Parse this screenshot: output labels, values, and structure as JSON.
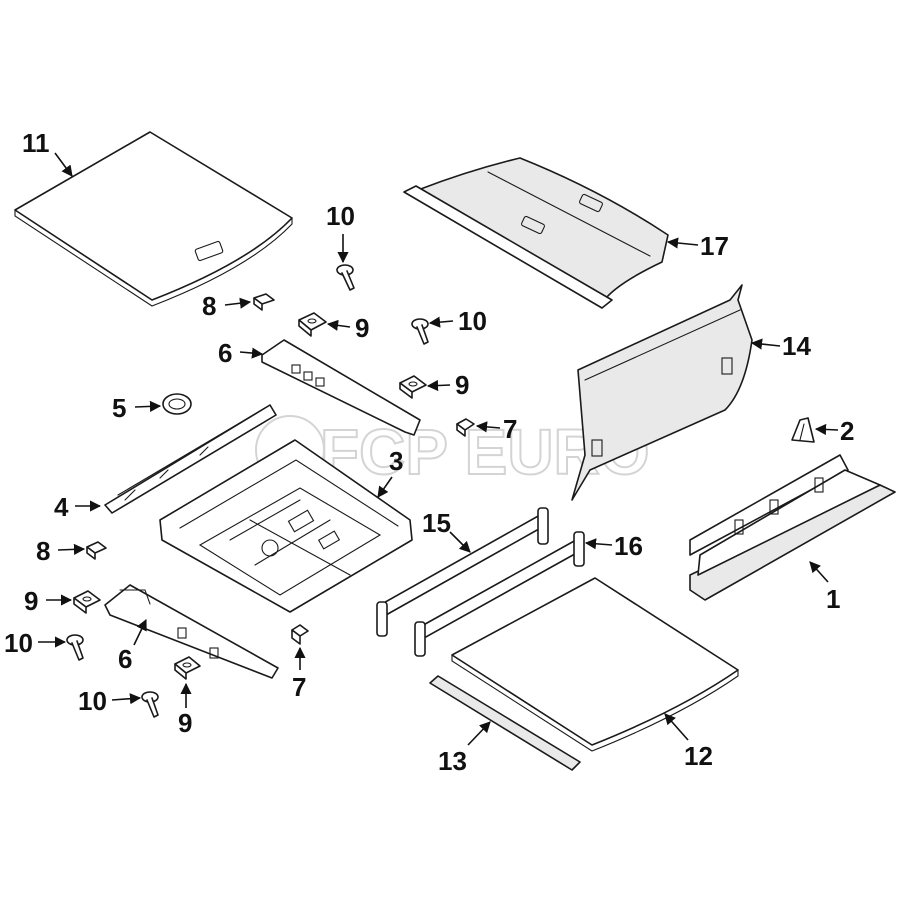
{
  "diagram": {
    "watermark": "FCP EURO",
    "callouts": [
      {
        "id": "c1",
        "label": "1"
      },
      {
        "id": "c2",
        "label": "2"
      },
      {
        "id": "c3",
        "label": "3"
      },
      {
        "id": "c4",
        "label": "4"
      },
      {
        "id": "c5",
        "label": "5"
      },
      {
        "id": "c6a",
        "label": "6"
      },
      {
        "id": "c6b",
        "label": "6"
      },
      {
        "id": "c7a",
        "label": "7"
      },
      {
        "id": "c7b",
        "label": "7"
      },
      {
        "id": "c8a",
        "label": "8"
      },
      {
        "id": "c8b",
        "label": "8"
      },
      {
        "id": "c9a",
        "label": "9"
      },
      {
        "id": "c9b",
        "label": "9"
      },
      {
        "id": "c9c",
        "label": "9"
      },
      {
        "id": "c9d",
        "label": "9"
      },
      {
        "id": "c10a",
        "label": "10"
      },
      {
        "id": "c10b",
        "label": "10"
      },
      {
        "id": "c10c",
        "label": "10"
      },
      {
        "id": "c10d",
        "label": "10"
      },
      {
        "id": "c11",
        "label": "11"
      },
      {
        "id": "c12",
        "label": "12"
      },
      {
        "id": "c13",
        "label": "13"
      },
      {
        "id": "c14",
        "label": "14"
      },
      {
        "id": "c15",
        "label": "15"
      },
      {
        "id": "c16",
        "label": "16"
      },
      {
        "id": "c17",
        "label": "17"
      }
    ]
  }
}
